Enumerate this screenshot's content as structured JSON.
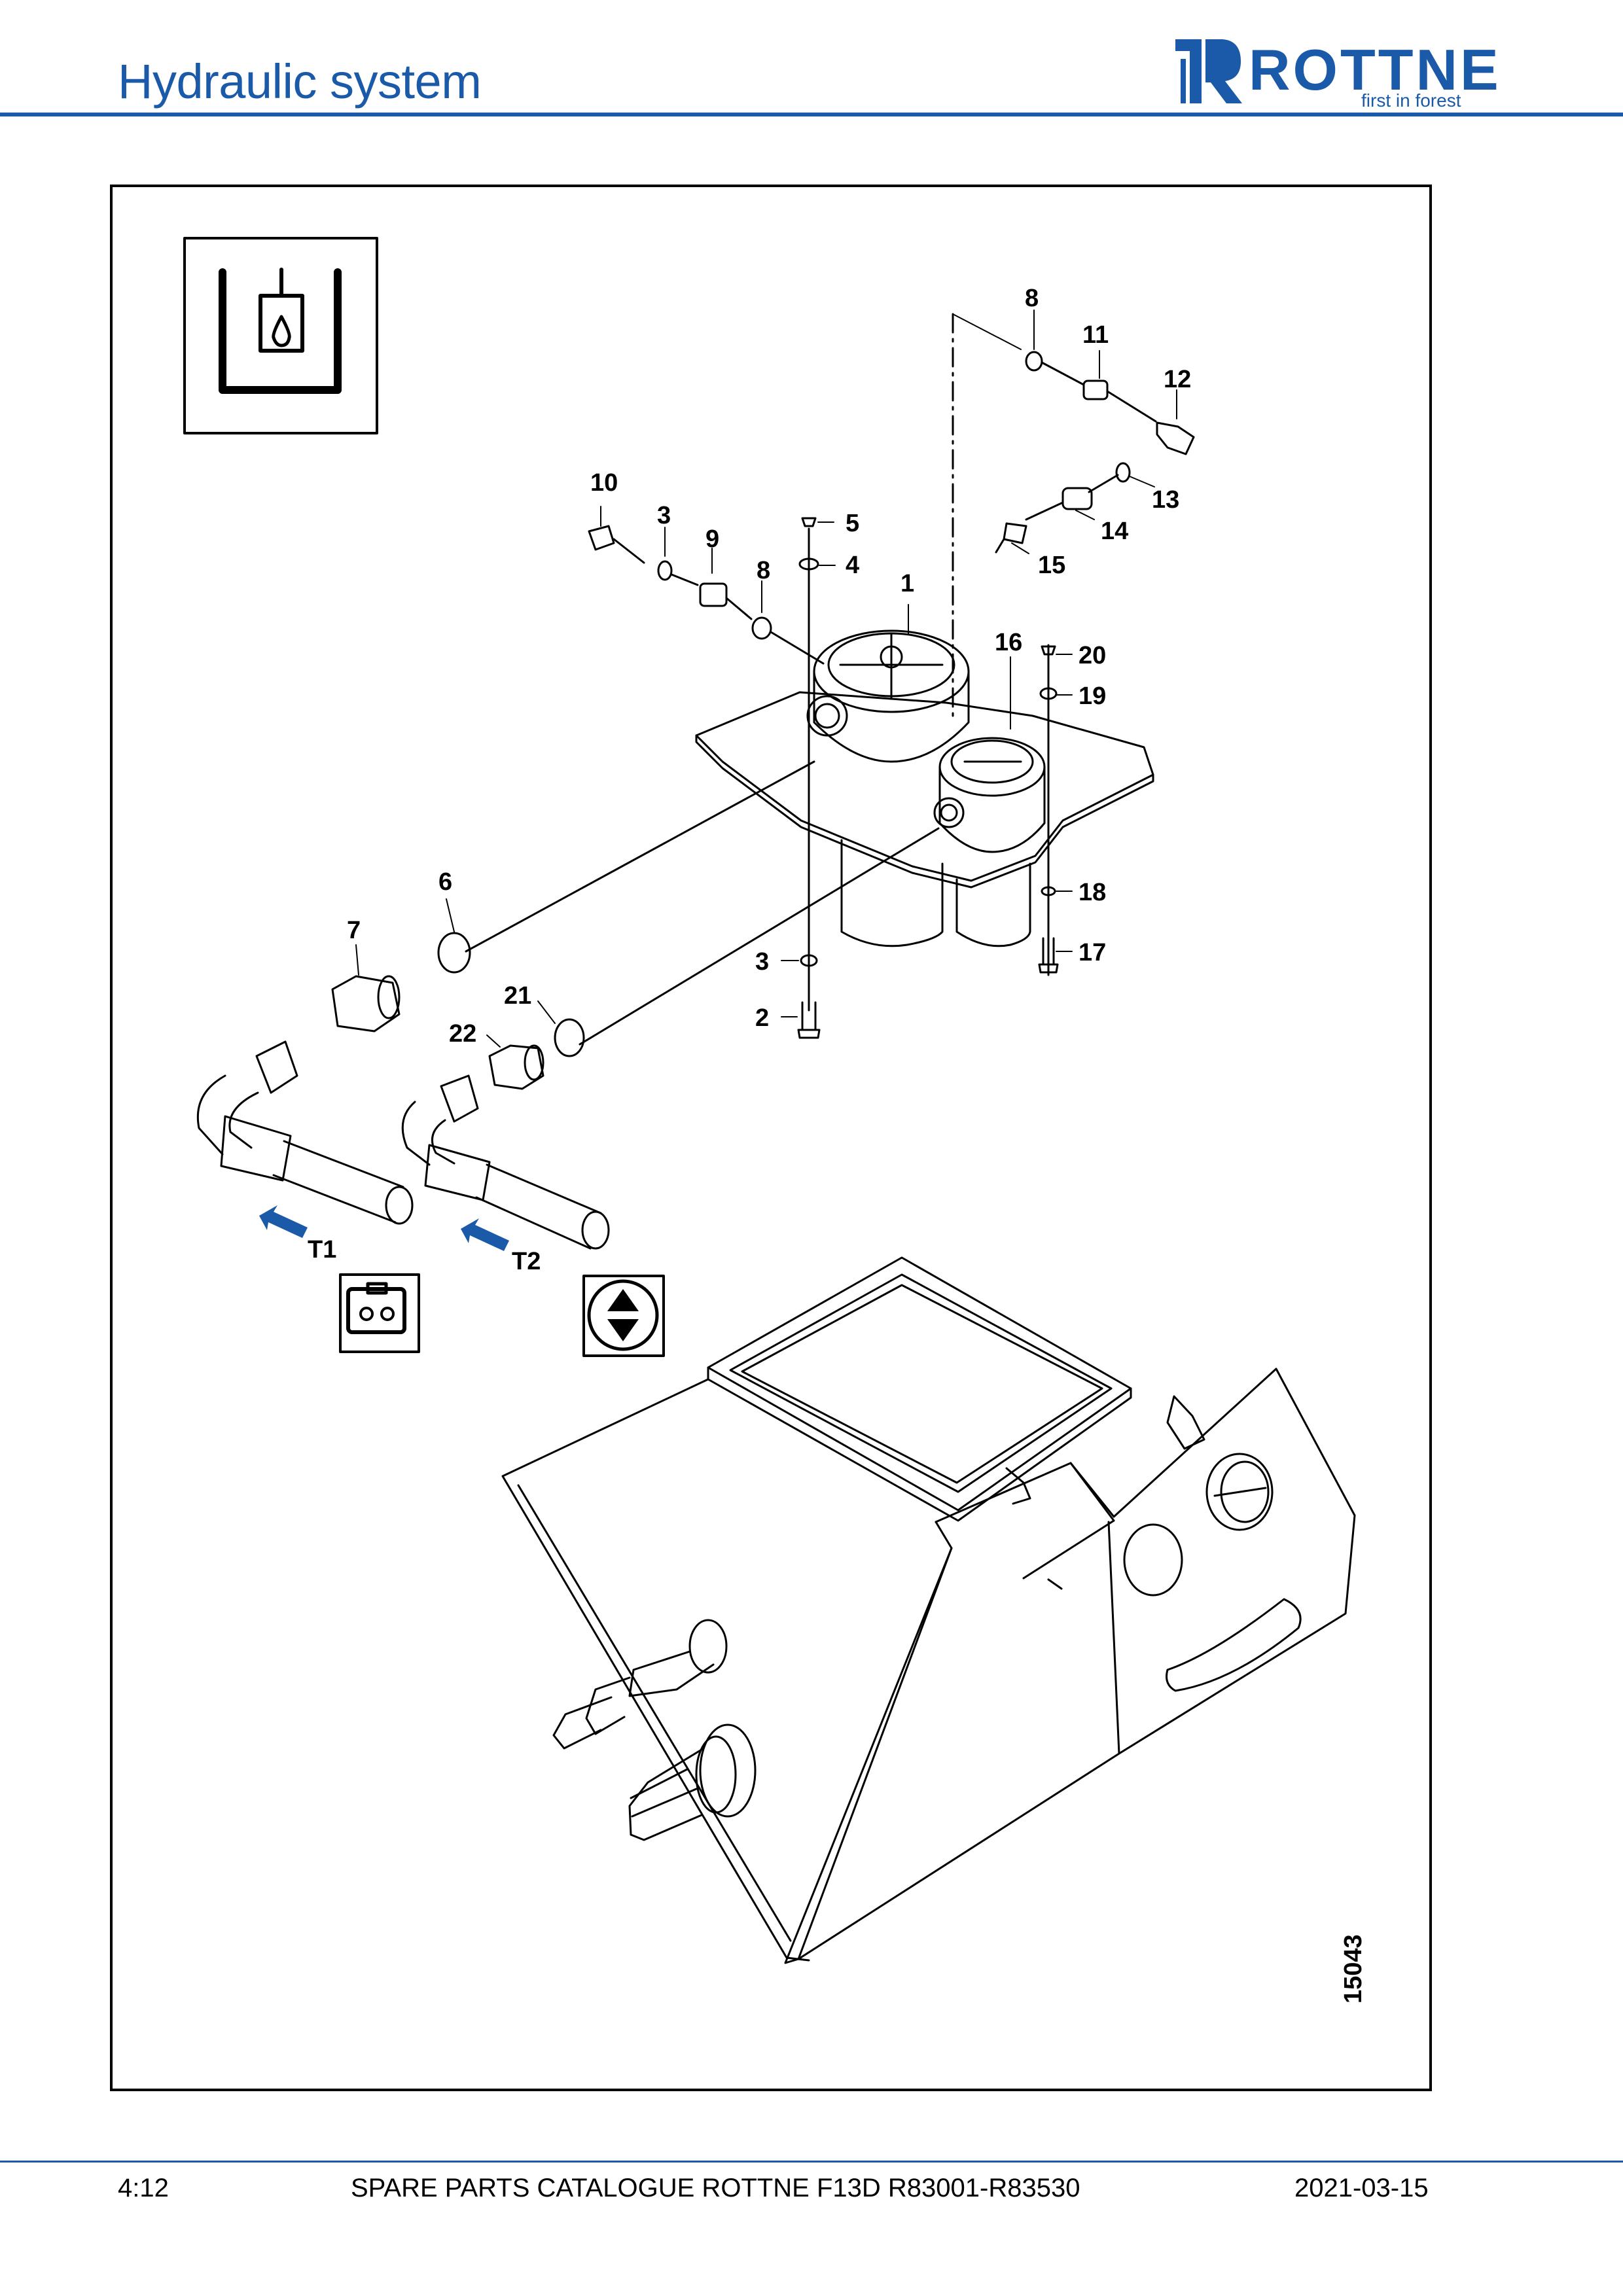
{
  "header": {
    "title": "Hydraulic system",
    "logo": {
      "wordmark": "ROTTNE",
      "tagline": "first in forest",
      "brand_color": "#1a5aa8"
    }
  },
  "figure": {
    "drawing_number": "15043",
    "symbols": [
      "hydraulic-tank-symbol",
      "filter-connector-symbol",
      "up-down-arrows-symbol"
    ],
    "arrow_color": "#1a5aa8",
    "callouts": {
      "c1": "1",
      "c2": "2",
      "c3a": "3",
      "c3b": "3",
      "c4": "4",
      "c5": "5",
      "c6": "6",
      "c7": "7",
      "c8a": "8",
      "c8b": "8",
      "c9": "9",
      "c10": "10",
      "c11": "11",
      "c12": "12",
      "c13": "13",
      "c14": "14",
      "c15": "15",
      "c16": "16",
      "c17": "17",
      "c18": "18",
      "c19": "19",
      "c20": "20",
      "c21": "21",
      "c22": "22",
      "t1": "T1",
      "t2": "T2"
    }
  },
  "footer": {
    "page": "4:12",
    "catalogue": "SPARE PARTS CATALOGUE ROTTNE F13D R83001-R83530",
    "date": "2021-03-15"
  }
}
